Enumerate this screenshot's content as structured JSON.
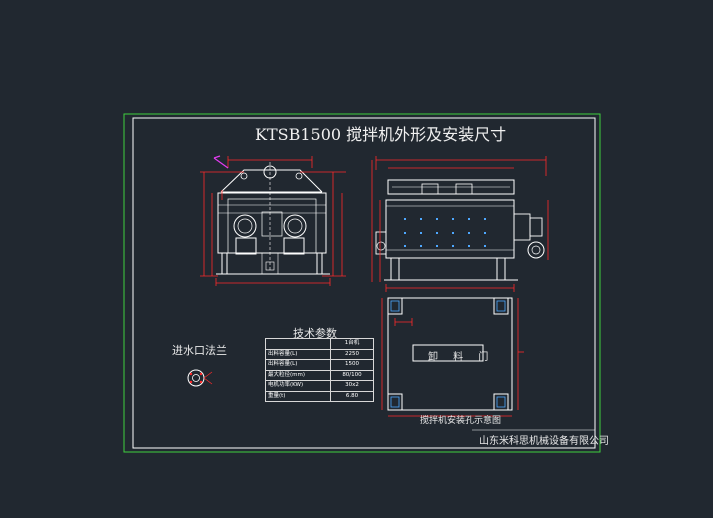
{
  "drawing": {
    "title": "KTSB1500  搅拌机外形及安装尺寸",
    "company": "山东米科思机械设备有限公司",
    "water_inlet_label": "进水口法兰",
    "hole_diagram_caption": "搅拌机安装孔示意图",
    "discharge_door_label": "卸 料 门"
  },
  "tech_params": {
    "title": "技术参数",
    "header": [
      "",
      "1台机"
    ],
    "rows": [
      [
        "出料容量(L)",
        "2250"
      ],
      [
        "出料容量(L)",
        "1500"
      ],
      [
        "最大粒径(mm)",
        "80/100"
      ],
      [
        "电机功率(KW)",
        "30x2"
      ],
      [
        "重量(t)",
        "6.80"
      ]
    ]
  },
  "colors": {
    "background": "#212830",
    "outer_frame": "#3ecf3e",
    "dimension": "#ff2a2a",
    "linework": "#ffffff",
    "annotation_leader": "#e23cf0"
  }
}
